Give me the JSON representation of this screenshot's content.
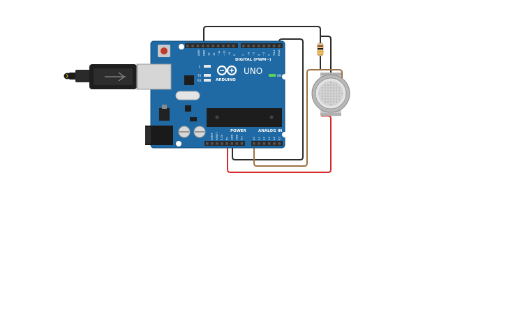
{
  "board": {
    "brand": "ARDUINO",
    "model": "UNO",
    "digital_label": "DIGITAL (PWM~)",
    "power_label": "POWER",
    "analog_label": "ANALOG IN",
    "led_on_label": "ON",
    "led_l_label": "L",
    "led_tx_label": "TX",
    "led_rx_label": "RX",
    "aref": "AREF",
    "gnd": "GND",
    "digital_pins": [
      "13",
      "12",
      "~11",
      "~10",
      "~9",
      "8",
      "7",
      "~6",
      "~5",
      "4",
      "~3",
      "2",
      "TX▸1",
      "RX◂0"
    ],
    "power_pins": [
      "IOREF",
      "RESET",
      "3.3V",
      "5V",
      "GND",
      "GND",
      "Vin"
    ],
    "analog_pins": [
      "A0",
      "A1",
      "A2",
      "A3",
      "A4",
      "A5"
    ]
  },
  "colors": {
    "board": "#1f6aa5",
    "board_edge": "#16507f",
    "wire_black": "#2b2b2b",
    "wire_red": "#d42a2a",
    "wire_brown": "#9b7344",
    "header": "#2a2a2a",
    "chip": "#1d1d1d"
  },
  "icons": {
    "usb_cable": "usb-cable-icon",
    "power_jack": "dc-jack-icon",
    "sensor": "gas-sensor-icon",
    "resistor": "resistor-icon"
  }
}
